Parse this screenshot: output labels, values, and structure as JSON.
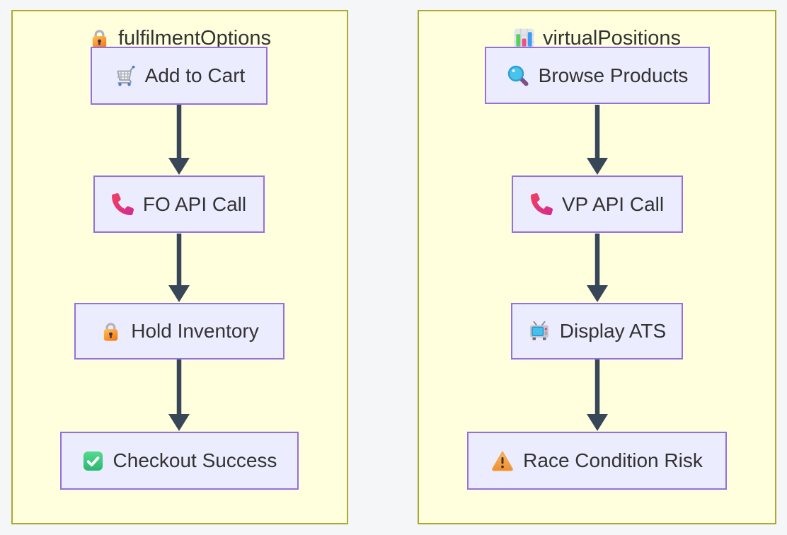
{
  "diagram": {
    "kind": "flowchart",
    "direction": "top-down",
    "background_color": "#f5f6f8",
    "cluster_fill": "#ffffde",
    "cluster_border": "#aaaa33",
    "node_fill": "#ECECFF",
    "node_border": "#9370DB",
    "text_color": "#333333",
    "edge_color": "#374758",
    "clusters": [
      {
        "title": "fulfilmentOptions",
        "title_icon": "lock-icon",
        "nodes": [
          {
            "icon": "shopping-cart-icon",
            "label": "Add to Cart"
          },
          {
            "icon": "phone-receiver-icon",
            "label": "FO API Call"
          },
          {
            "icon": "lock-icon",
            "label": "Hold Inventory"
          },
          {
            "icon": "check-mark-icon",
            "label": "Checkout Success"
          }
        ],
        "edges": [
          {
            "from": "Add to Cart",
            "to": "FO API Call"
          },
          {
            "from": "FO API Call",
            "to": "Hold Inventory"
          },
          {
            "from": "Hold Inventory",
            "to": "Checkout Success"
          }
        ]
      },
      {
        "title": "virtualPositions",
        "title_icon": "bar-chart-icon",
        "nodes": [
          {
            "icon": "magnifying-glass-icon",
            "label": "Browse Products"
          },
          {
            "icon": "phone-receiver-icon",
            "label": "VP API Call"
          },
          {
            "icon": "television-icon",
            "label": "Display ATS"
          },
          {
            "icon": "warning-icon",
            "label": "Race Condition Risk"
          }
        ],
        "edges": [
          {
            "from": "Browse Products",
            "to": "VP API Call"
          },
          {
            "from": "VP API Call",
            "to": "Display ATS"
          },
          {
            "from": "Display ATS",
            "to": "Race Condition Risk"
          }
        ]
      }
    ]
  }
}
